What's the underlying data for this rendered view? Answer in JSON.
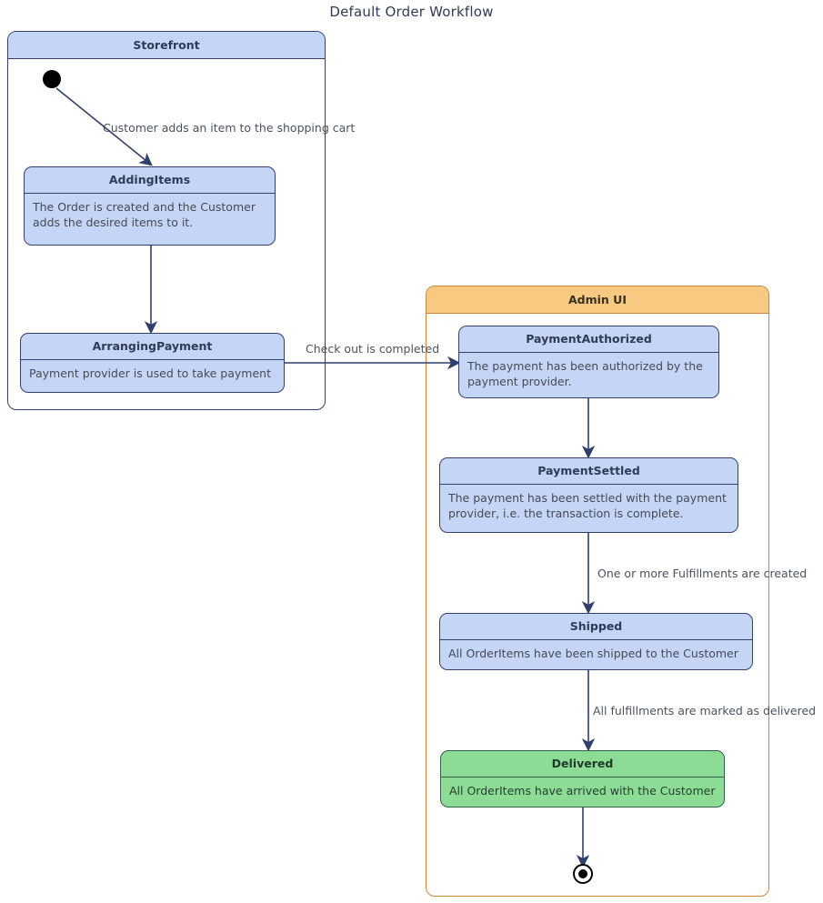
{
  "title": "Default Order Workflow",
  "colors": {
    "state_fill": "#c5d5f5",
    "state_border": "#33406b",
    "final_state_fill": "#8ddc96",
    "admin_header": "#f7c981",
    "admin_border": "#c8873a",
    "edge": "#2f3f6b",
    "text": "#2e3b59"
  },
  "containers": [
    {
      "id": "storefront",
      "label": "Storefront"
    },
    {
      "id": "admin-ui",
      "label": "Admin UI"
    }
  ],
  "states": [
    {
      "id": "adding-items",
      "name": "AddingItems",
      "description": "The Order is created and the Customer adds the desired items to it.",
      "container": "storefront",
      "variant": "blue"
    },
    {
      "id": "arranging-payment",
      "name": "ArrangingPayment",
      "description": "Payment provider is used to take payment",
      "container": "storefront",
      "variant": "blue"
    },
    {
      "id": "payment-authorized",
      "name": "PaymentAuthorized",
      "description": "The payment has been authorized by the payment provider.",
      "container": "admin-ui",
      "variant": "blue"
    },
    {
      "id": "payment-settled",
      "name": "PaymentSettled",
      "description": "The payment has been settled with the payment provider, i.e. the transaction is complete.",
      "container": "admin-ui",
      "variant": "blue"
    },
    {
      "id": "shipped",
      "name": "Shipped",
      "description": "All OrderItems have been shipped to the Customer",
      "container": "admin-ui",
      "variant": "blue"
    },
    {
      "id": "delivered",
      "name": "Delivered",
      "description": "All OrderItems have arrived with the Customer",
      "container": "admin-ui",
      "variant": "green"
    }
  ],
  "pseudostates": [
    {
      "id": "initial",
      "kind": "initial-state",
      "container": "storefront"
    },
    {
      "id": "final",
      "kind": "final-state",
      "container": "admin-ui"
    }
  ],
  "transitions": [
    {
      "id": "t1",
      "from": "initial",
      "to": "adding-items",
      "label": "Customer adds an item to the shopping cart"
    },
    {
      "id": "t2",
      "from": "adding-items",
      "to": "arranging-payment",
      "label": ""
    },
    {
      "id": "t3",
      "from": "arranging-payment",
      "to": "payment-authorized",
      "label": "Check out is completed"
    },
    {
      "id": "t4",
      "from": "payment-authorized",
      "to": "payment-settled",
      "label": ""
    },
    {
      "id": "t5",
      "from": "payment-settled",
      "to": "shipped",
      "label": "One or more Fulfillments are created"
    },
    {
      "id": "t6",
      "from": "shipped",
      "to": "delivered",
      "label": "All fulfillments are marked as delivered"
    },
    {
      "id": "t7",
      "from": "delivered",
      "to": "final",
      "label": ""
    }
  ]
}
